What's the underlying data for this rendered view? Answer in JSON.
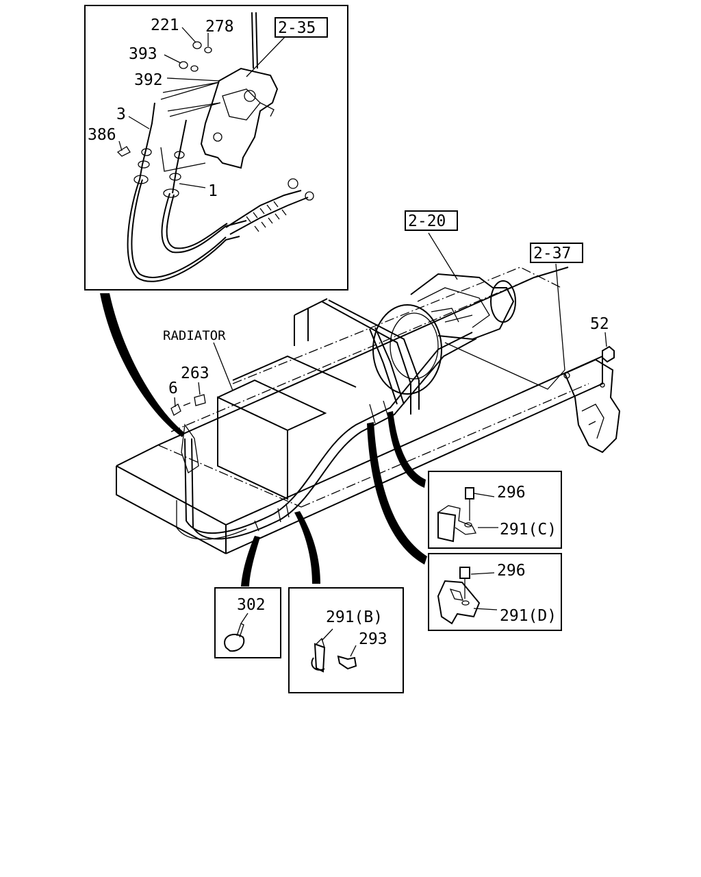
{
  "labels": {
    "p221": "221",
    "p278": "278",
    "p393": "393",
    "p392": "392",
    "p3": "3",
    "p386": "386",
    "p1": "1",
    "ref235": "2-35",
    "ref220": "2-20",
    "ref237": "2-37",
    "p52": "52",
    "radiator": "RADIATOR",
    "p263": "263",
    "p6": "6",
    "p296a": "296",
    "p291c": "291(C)",
    "p296b": "296",
    "p291d": "291(D)",
    "p302": "302",
    "p291b": "291(B)",
    "p293": "293"
  }
}
